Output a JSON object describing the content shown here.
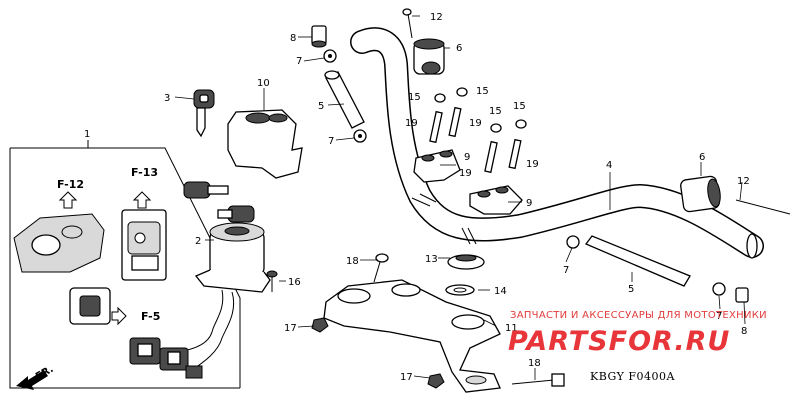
{
  "part_numbers": {
    "p1": "1",
    "p2": "2",
    "p3": "3",
    "p4": "4",
    "p5a": "5",
    "p5b": "5",
    "p6a": "6",
    "p6b": "6",
    "p7a": "7",
    "p7b": "7",
    "p7c": "7",
    "p7d": "7",
    "p8a": "8",
    "p8b": "8",
    "p9a": "9",
    "p9b": "9",
    "p10": "10",
    "p11": "11",
    "p12a": "12",
    "p12b": "12",
    "p13": "13",
    "p14": "14",
    "p15a": "15",
    "p15b": "15",
    "p15c": "15",
    "p15d": "15",
    "p16": "16",
    "p17a": "17",
    "p17b": "17",
    "p18a": "18",
    "p18b": "18",
    "p19a": "19",
    "p19b": "19",
    "p19c": "19",
    "p19d": "19"
  },
  "sections": {
    "f12": "F-12",
    "f13": "F-13",
    "f5": "F-5"
  },
  "direction": "FR.",
  "diagram_code": "KBGY  F0400A",
  "watermark": {
    "line1": "ЗАПЧАСТИ И АКСЕССУАРЫ ДЛЯ МОТОТЕХНИКИ",
    "brand": "PARTSFOR.RU",
    "color": "#e8353a"
  }
}
